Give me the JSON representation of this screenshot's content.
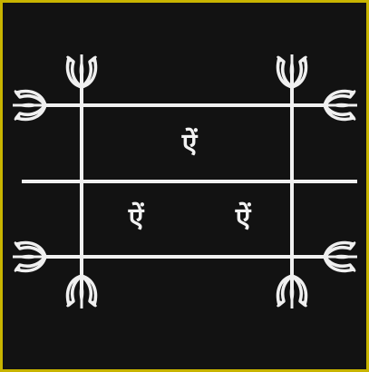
{
  "yantra": {
    "colors": {
      "background": "#121212",
      "border": "#c8b400",
      "lines": "#f0f0f0"
    },
    "syllables": [
      "ऐं",
      "ऐं",
      "ऐं"
    ],
    "icons": [
      "trident-icon"
    ]
  }
}
